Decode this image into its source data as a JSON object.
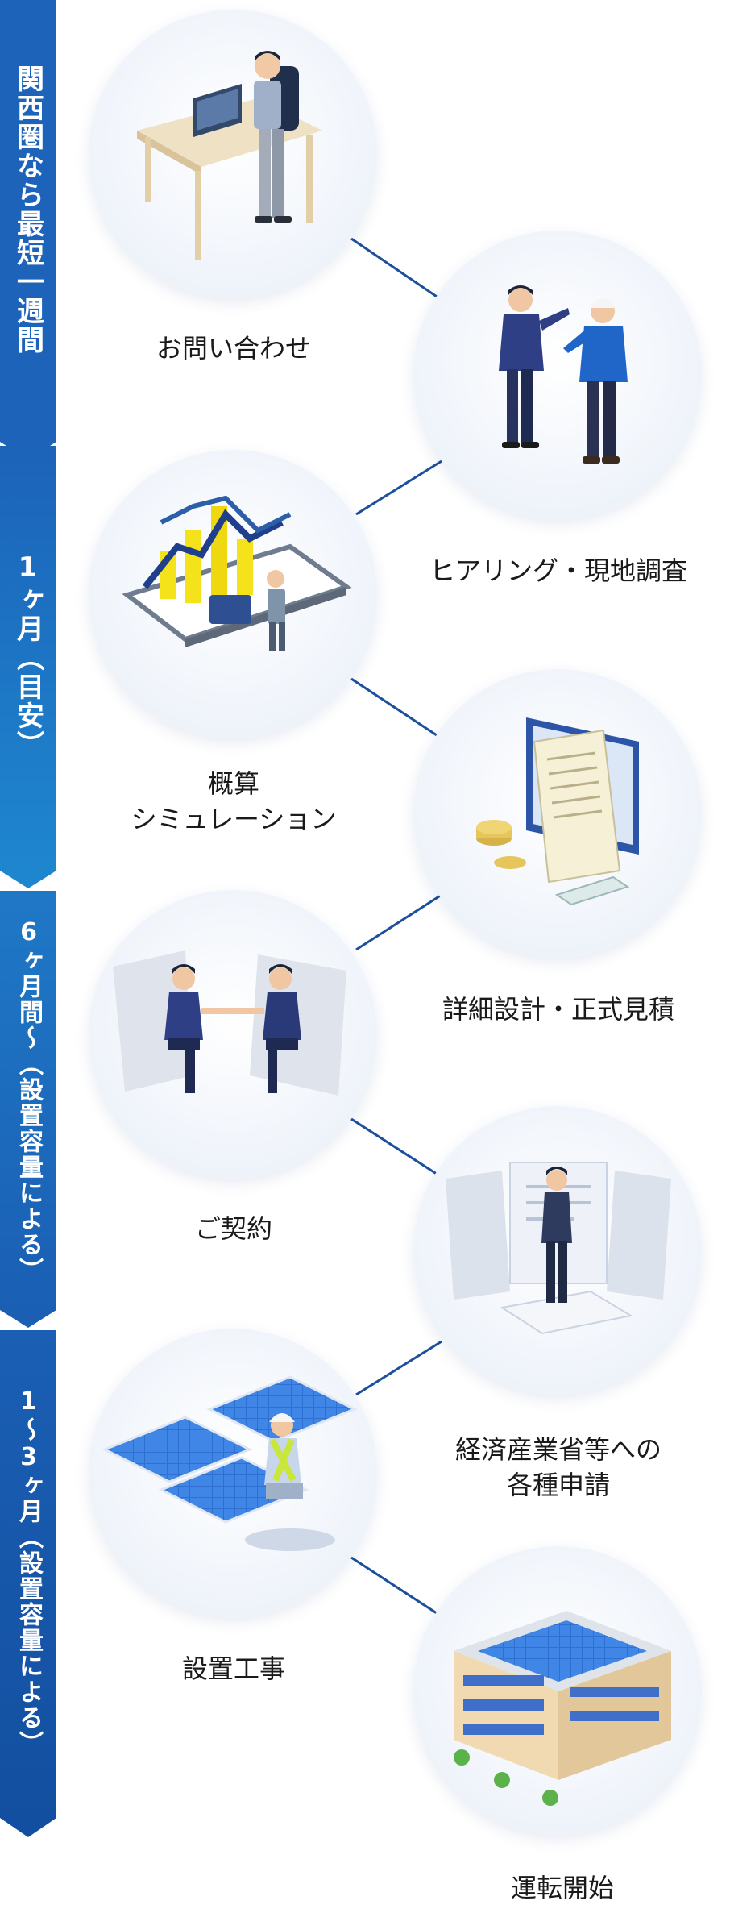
{
  "timeline": {
    "phases": [
      {
        "label": "関西圏なら最短一週間",
        "color_top": "#1c63b9",
        "color_bottom": "#1c63b9"
      },
      {
        "label": "1ヶ月（目安）",
        "color_top": "#1c63b9",
        "color_bottom": "#1e86cf"
      },
      {
        "label": "6ヶ月間〜（設置容量による）",
        "color_top": "#1f6fc0",
        "color_bottom": "#1a5fb4"
      },
      {
        "label": "1〜3ヶ月（設置容量による）",
        "color_top": "#1a5fb4",
        "color_bottom": "#134fa0"
      }
    ]
  },
  "steps": [
    {
      "label": "お問い合わせ",
      "icon": "office-worker-desk-icon"
    },
    {
      "label": "ヒアリング・現地調査",
      "icon": "meeting-worker-icon"
    },
    {
      "label_line1": "概算",
      "label_line2": "シミュレーション",
      "icon": "chart-simulation-icon"
    },
    {
      "label": "詳細設計・正式見積",
      "icon": "estimate-monitor-icon"
    },
    {
      "label": "ご契約",
      "icon": "handshake-icon"
    },
    {
      "label_line1": "経済産業省等への",
      "label_line2": "各種申請",
      "icon": "application-documents-icon"
    },
    {
      "label": "設置工事",
      "icon": "solar-installation-icon"
    },
    {
      "label": "運転開始",
      "icon": "solar-building-icon"
    }
  ],
  "colors": {
    "accent": "#1c5aa8",
    "connector": "#1c4f9c"
  }
}
